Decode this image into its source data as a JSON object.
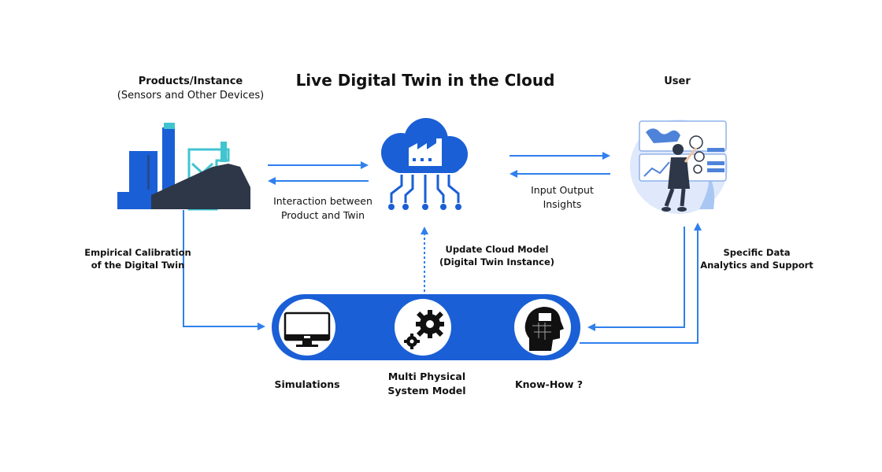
{
  "diagram": {
    "title": "Live Digital Twin in the Cloud",
    "products": {
      "title": "Products/Instance",
      "subtitle": "(Sensors and Other Devices)"
    },
    "user": {
      "title": "User"
    },
    "edges": {
      "product_twin": "Interaction between\nProduct and Twin",
      "io": "Input Output\nInsights",
      "calibration": "Empirical Calibration\nof the Digital Twin",
      "update": "Update Cloud Model\n(Digital Twin Instance)",
      "analytics": "Specific Data\nAnalytics and Support"
    },
    "nodes": {
      "simulations": "Simulations",
      "multi_physical": "Multi Physical\nSystem Model",
      "know_how": "Know-How ?"
    },
    "colors": {
      "accent": "#1a5fd6",
      "arrow": "#2f80ed",
      "dark": "#2d3748",
      "teal": "#40c4d0"
    },
    "icons": [
      "factory-icon",
      "cloud-factory-icon",
      "user-analytics-icon",
      "monitor-icon",
      "gears-icon",
      "brain-head-icon"
    ]
  }
}
